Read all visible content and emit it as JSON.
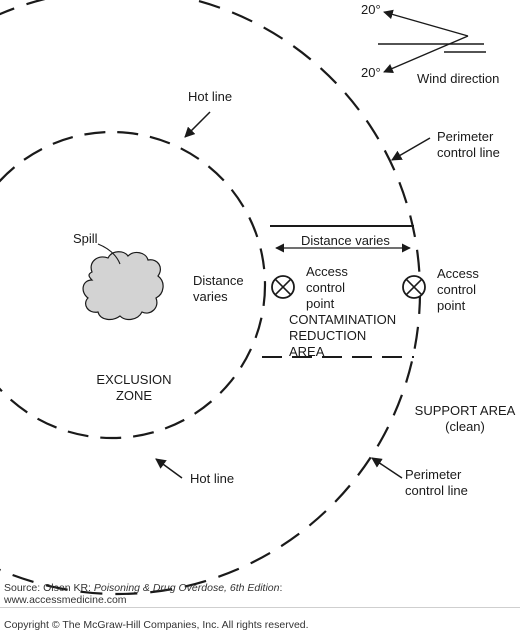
{
  "diagram": {
    "wind": {
      "angle_top": "20°",
      "angle_bottom": "20°",
      "label": "Wind direction"
    },
    "labels": {
      "hot_line_top": "Hot line",
      "hot_line_bottom": "Hot line",
      "perimeter_top": [
        "Perimeter",
        "control line"
      ],
      "perimeter_bottom": [
        "Perimeter",
        "control line"
      ],
      "spill": "Spill",
      "distance_left": [
        "Distance",
        "varies"
      ],
      "distance_top": "Distance varies",
      "access_left": [
        "Access",
        "control",
        "point"
      ],
      "access_right": [
        "Access",
        "control",
        "point"
      ],
      "contamination": [
        "CONTAMINATION",
        "REDUCTION",
        "AREA"
      ],
      "exclusion": [
        "EXCLUSION",
        "ZONE"
      ],
      "support": [
        "SUPPORT AREA",
        "(clean)"
      ]
    }
  },
  "footer": {
    "source_prefix": "Source: Olson KR: ",
    "source_title": "Poisoning & Drug Overdose, 6th Edition",
    "source_suffix": ":",
    "source_url": "www.accessmedicine.com",
    "copyright": "Copyright © The McGraw-Hill Companies, Inc. All rights reserved."
  }
}
